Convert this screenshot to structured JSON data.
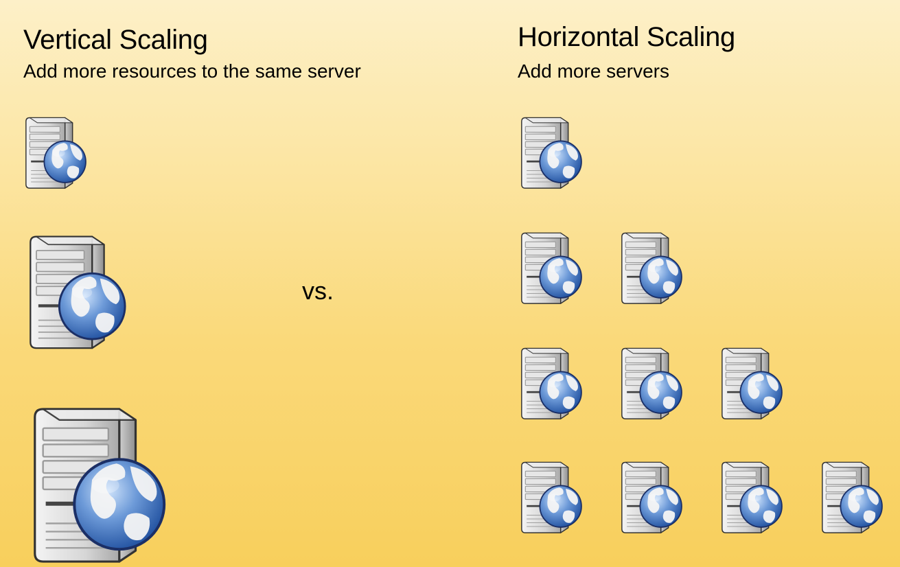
{
  "vertical": {
    "title": "Vertical Scaling",
    "subtitle": "Add more resources to the same server",
    "servers": [
      {
        "size": "small"
      },
      {
        "size": "medium"
      },
      {
        "size": "large"
      }
    ]
  },
  "separator": "vs.",
  "horizontal": {
    "title": "Horizontal Scaling",
    "subtitle": "Add more servers",
    "rows": [
      {
        "server_count": 1
      },
      {
        "server_count": 2
      },
      {
        "server_count": 3
      },
      {
        "server_count": 4
      }
    ]
  },
  "colors": {
    "background_top": "#fdf0c8",
    "background_bottom": "#f8cf5c",
    "server_body": "#d9d9d9",
    "globe_ocean": "#3f73c4",
    "globe_land": "#f2f2f2"
  },
  "icons": [
    "web-server-icon",
    "globe-icon"
  ]
}
